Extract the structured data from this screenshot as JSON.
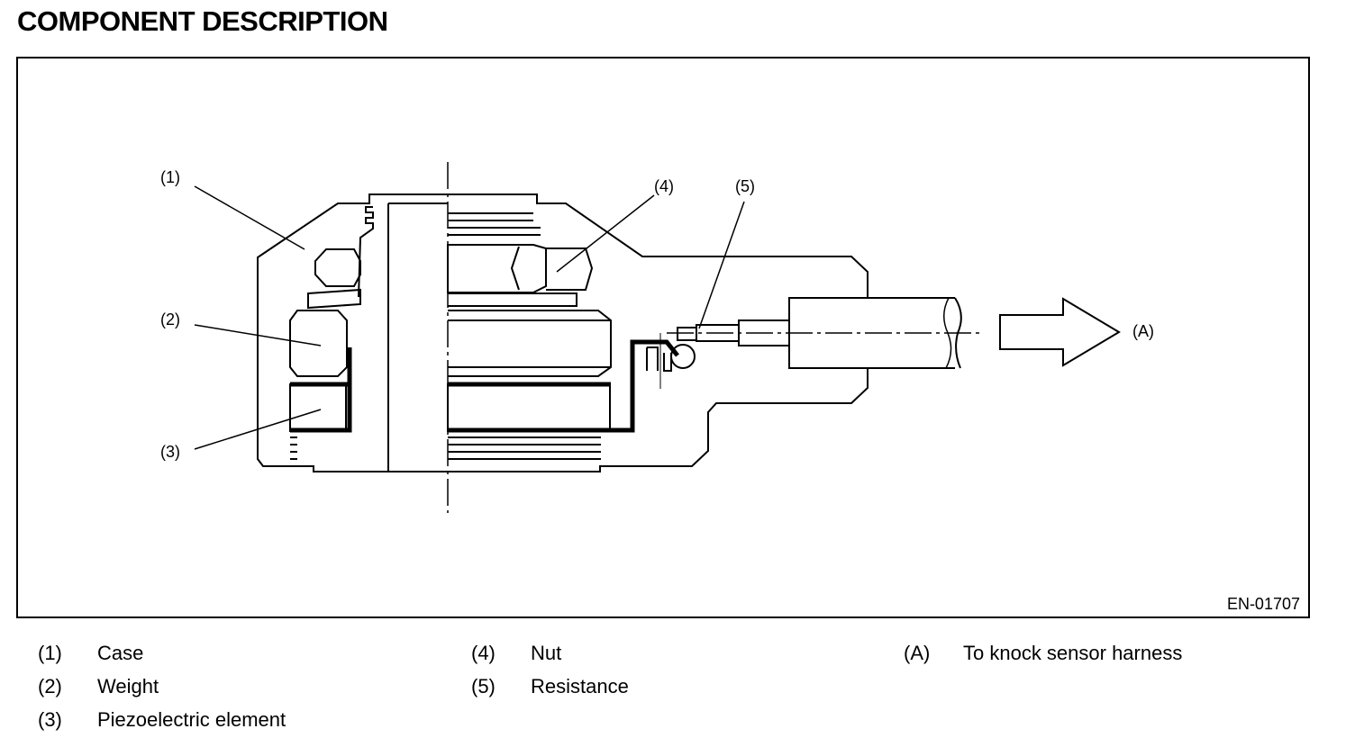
{
  "page_title": "COMPONENT DESCRIPTION",
  "figure_id": "EN-01707",
  "callouts": {
    "c1": "(1)",
    "c2": "(2)",
    "c3": "(3)",
    "c4": "(4)",
    "c5": "(5)",
    "cA": "(A)"
  },
  "legend": [
    {
      "num": "(1)",
      "label": "Case"
    },
    {
      "num": "(2)",
      "label": "Weight"
    },
    {
      "num": "(3)",
      "label": "Piezoelectric element"
    },
    {
      "num": "(4)",
      "label": "Nut"
    },
    {
      "num": "(5)",
      "label": "Resistance"
    },
    {
      "num": "(A)",
      "label": "To knock sensor harness"
    }
  ]
}
